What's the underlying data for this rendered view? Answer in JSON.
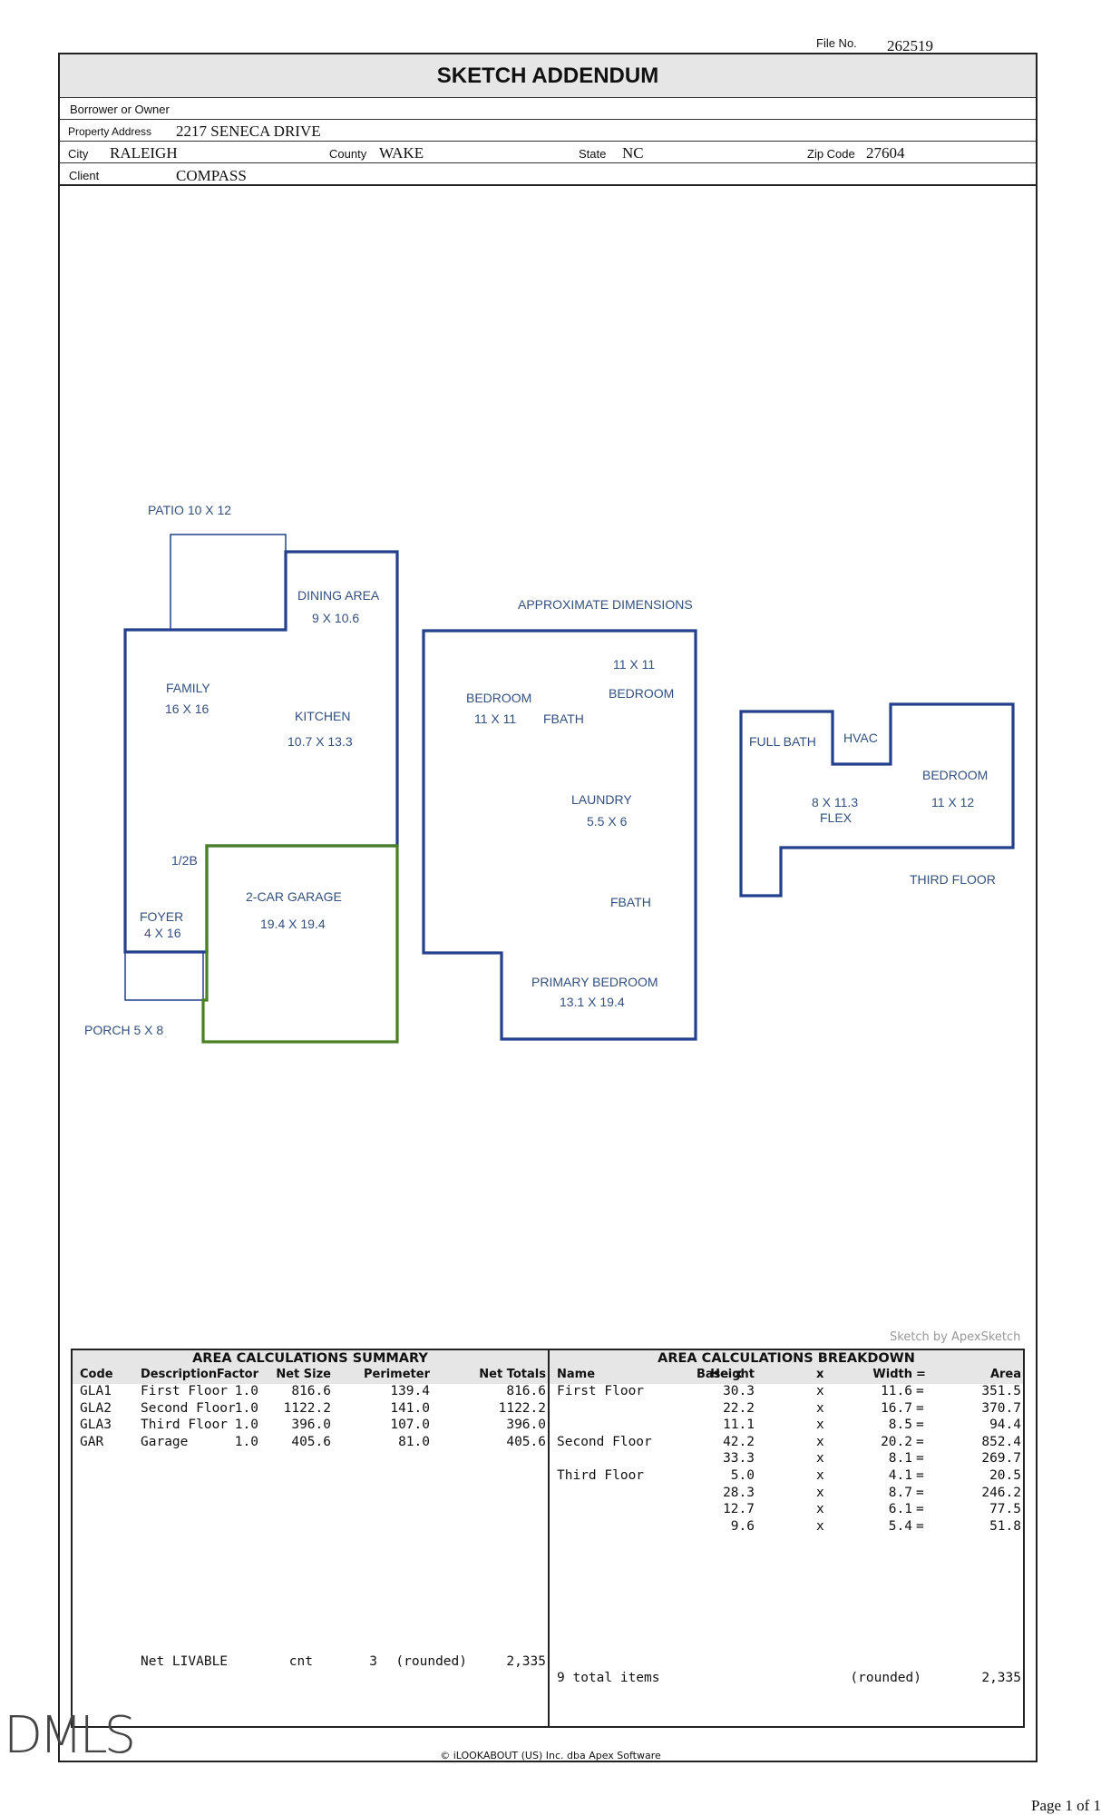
{
  "header": {
    "file_no_label": "File No.",
    "file_no": "262519",
    "title": "SKETCH ADDENDUM",
    "borrower_label": "Borrower or Owner",
    "borrower": "",
    "property_label": "Property Address",
    "property": "2217 SENECA DRIVE",
    "city_label": "City",
    "city": "RALEIGH",
    "county_label": "County",
    "county": "WAKE",
    "state_label": "State",
    "state": "NC",
    "zip_label": "Zip Code",
    "zip": "27604",
    "client_label": "Client",
    "client": "COMPASS"
  },
  "sketch": {
    "labels": {
      "patio": "PATIO 10 X 12",
      "dining": "DINING AREA",
      "dining_dim": "9 X 10.6",
      "family": "FAMILY",
      "family_dim": "16 X 16",
      "kitchen": "KITCHEN",
      "kitchen_dim": "10.7 X 13.3",
      "half_bath": "1/2B",
      "foyer": "FOYER",
      "foyer_dim": "4 X 16",
      "garage": "2-CAR GARAGE",
      "garage_dim": "19.4 X 19.4",
      "porch": "PORCH 5 X 8",
      "approx": "APPROXIMATE DIMENSIONS",
      "bedroom1": "BEDROOM",
      "bedroom1_dim": "11 X 11",
      "fbath1": "FBATH",
      "bedroom2_dim": "11 X 11",
      "bedroom2": "BEDROOM",
      "laundry": "LAUNDRY",
      "laundry_dim": "5.5 X 6",
      "fbath2": "FBATH",
      "primary": "PRIMARY BEDROOM",
      "primary_dim": "13.1 X 19.4",
      "full_bath": "FULL BATH",
      "hvac": "HVAC",
      "bedroom3": "BEDROOM",
      "bedroom3_dim": "11 X 12",
      "flex_dim": "8 X 11.3",
      "flex": "FLEX",
      "third_floor": "THIRD FLOOR"
    },
    "colors": {
      "living": "#23408c",
      "garage": "#4a7f26",
      "text": "#33507f"
    }
  },
  "credit": "Sketch by ApexSketch",
  "summary": {
    "title": "AREA CALCULATIONS SUMMARY",
    "headers": [
      "Code",
      "Description",
      "Factor",
      "Net Size",
      "Perimeter",
      "Net Totals"
    ],
    "rows": [
      [
        "GLA1",
        "First Floor",
        "1.0",
        "816.6",
        "139.4",
        "816.6"
      ],
      [
        "GLA2",
        "Second Floor",
        "1.0",
        "1122.2",
        "141.0",
        "1122.2"
      ],
      [
        "GLA3",
        "Third Floor",
        "1.0",
        "396.0",
        "107.0",
        "396.0"
      ],
      [
        "GAR",
        "Garage",
        "1.0",
        "405.6",
        "81.0",
        "405.6"
      ]
    ],
    "net_label": "Net LIVABLE",
    "net_cnt": "cnt",
    "net_count": "3",
    "net_rounded": "(rounded)",
    "net_total": "2,335"
  },
  "breakdown": {
    "title": "AREA CALCULATIONS BREAKDOWN",
    "headers": [
      "Name",
      "Base",
      "x",
      "Height",
      "x",
      "Width",
      "=",
      "Area"
    ],
    "rows": [
      [
        "First Floor",
        "30.3",
        "11.6",
        "351.5"
      ],
      [
        "",
        "22.2",
        "16.7",
        "370.7"
      ],
      [
        "",
        "11.1",
        "8.5",
        "94.4"
      ],
      [
        "Second Floor",
        "42.2",
        "20.2",
        "852.4"
      ],
      [
        "",
        "33.3",
        "8.1",
        "269.7"
      ],
      [
        "Third Floor",
        "5.0",
        "4.1",
        "20.5"
      ],
      [
        "",
        "28.3",
        "8.7",
        "246.2"
      ],
      [
        "",
        "12.7",
        "6.1",
        "77.5"
      ],
      [
        "",
        "9.6",
        "5.4",
        "51.8"
      ]
    ],
    "total_label": "9 total items",
    "total_rounded": "(rounded)",
    "total": "2,335"
  },
  "watermark": "DMLS",
  "footer": "© iLOOKABOUT (US) Inc. dba Apex Software",
  "page_label": "Page 1 of 1"
}
